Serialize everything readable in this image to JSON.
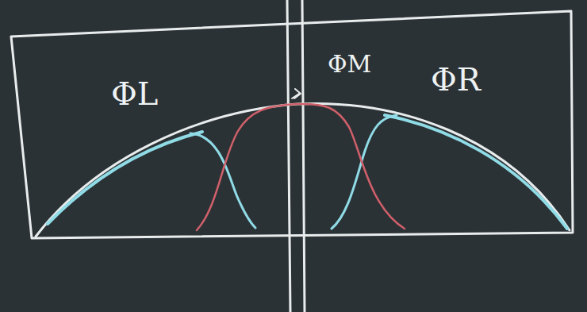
{
  "diagram": {
    "labels": [
      "ΦL",
      "ΦM",
      "ΦR"
    ]
  }
}
